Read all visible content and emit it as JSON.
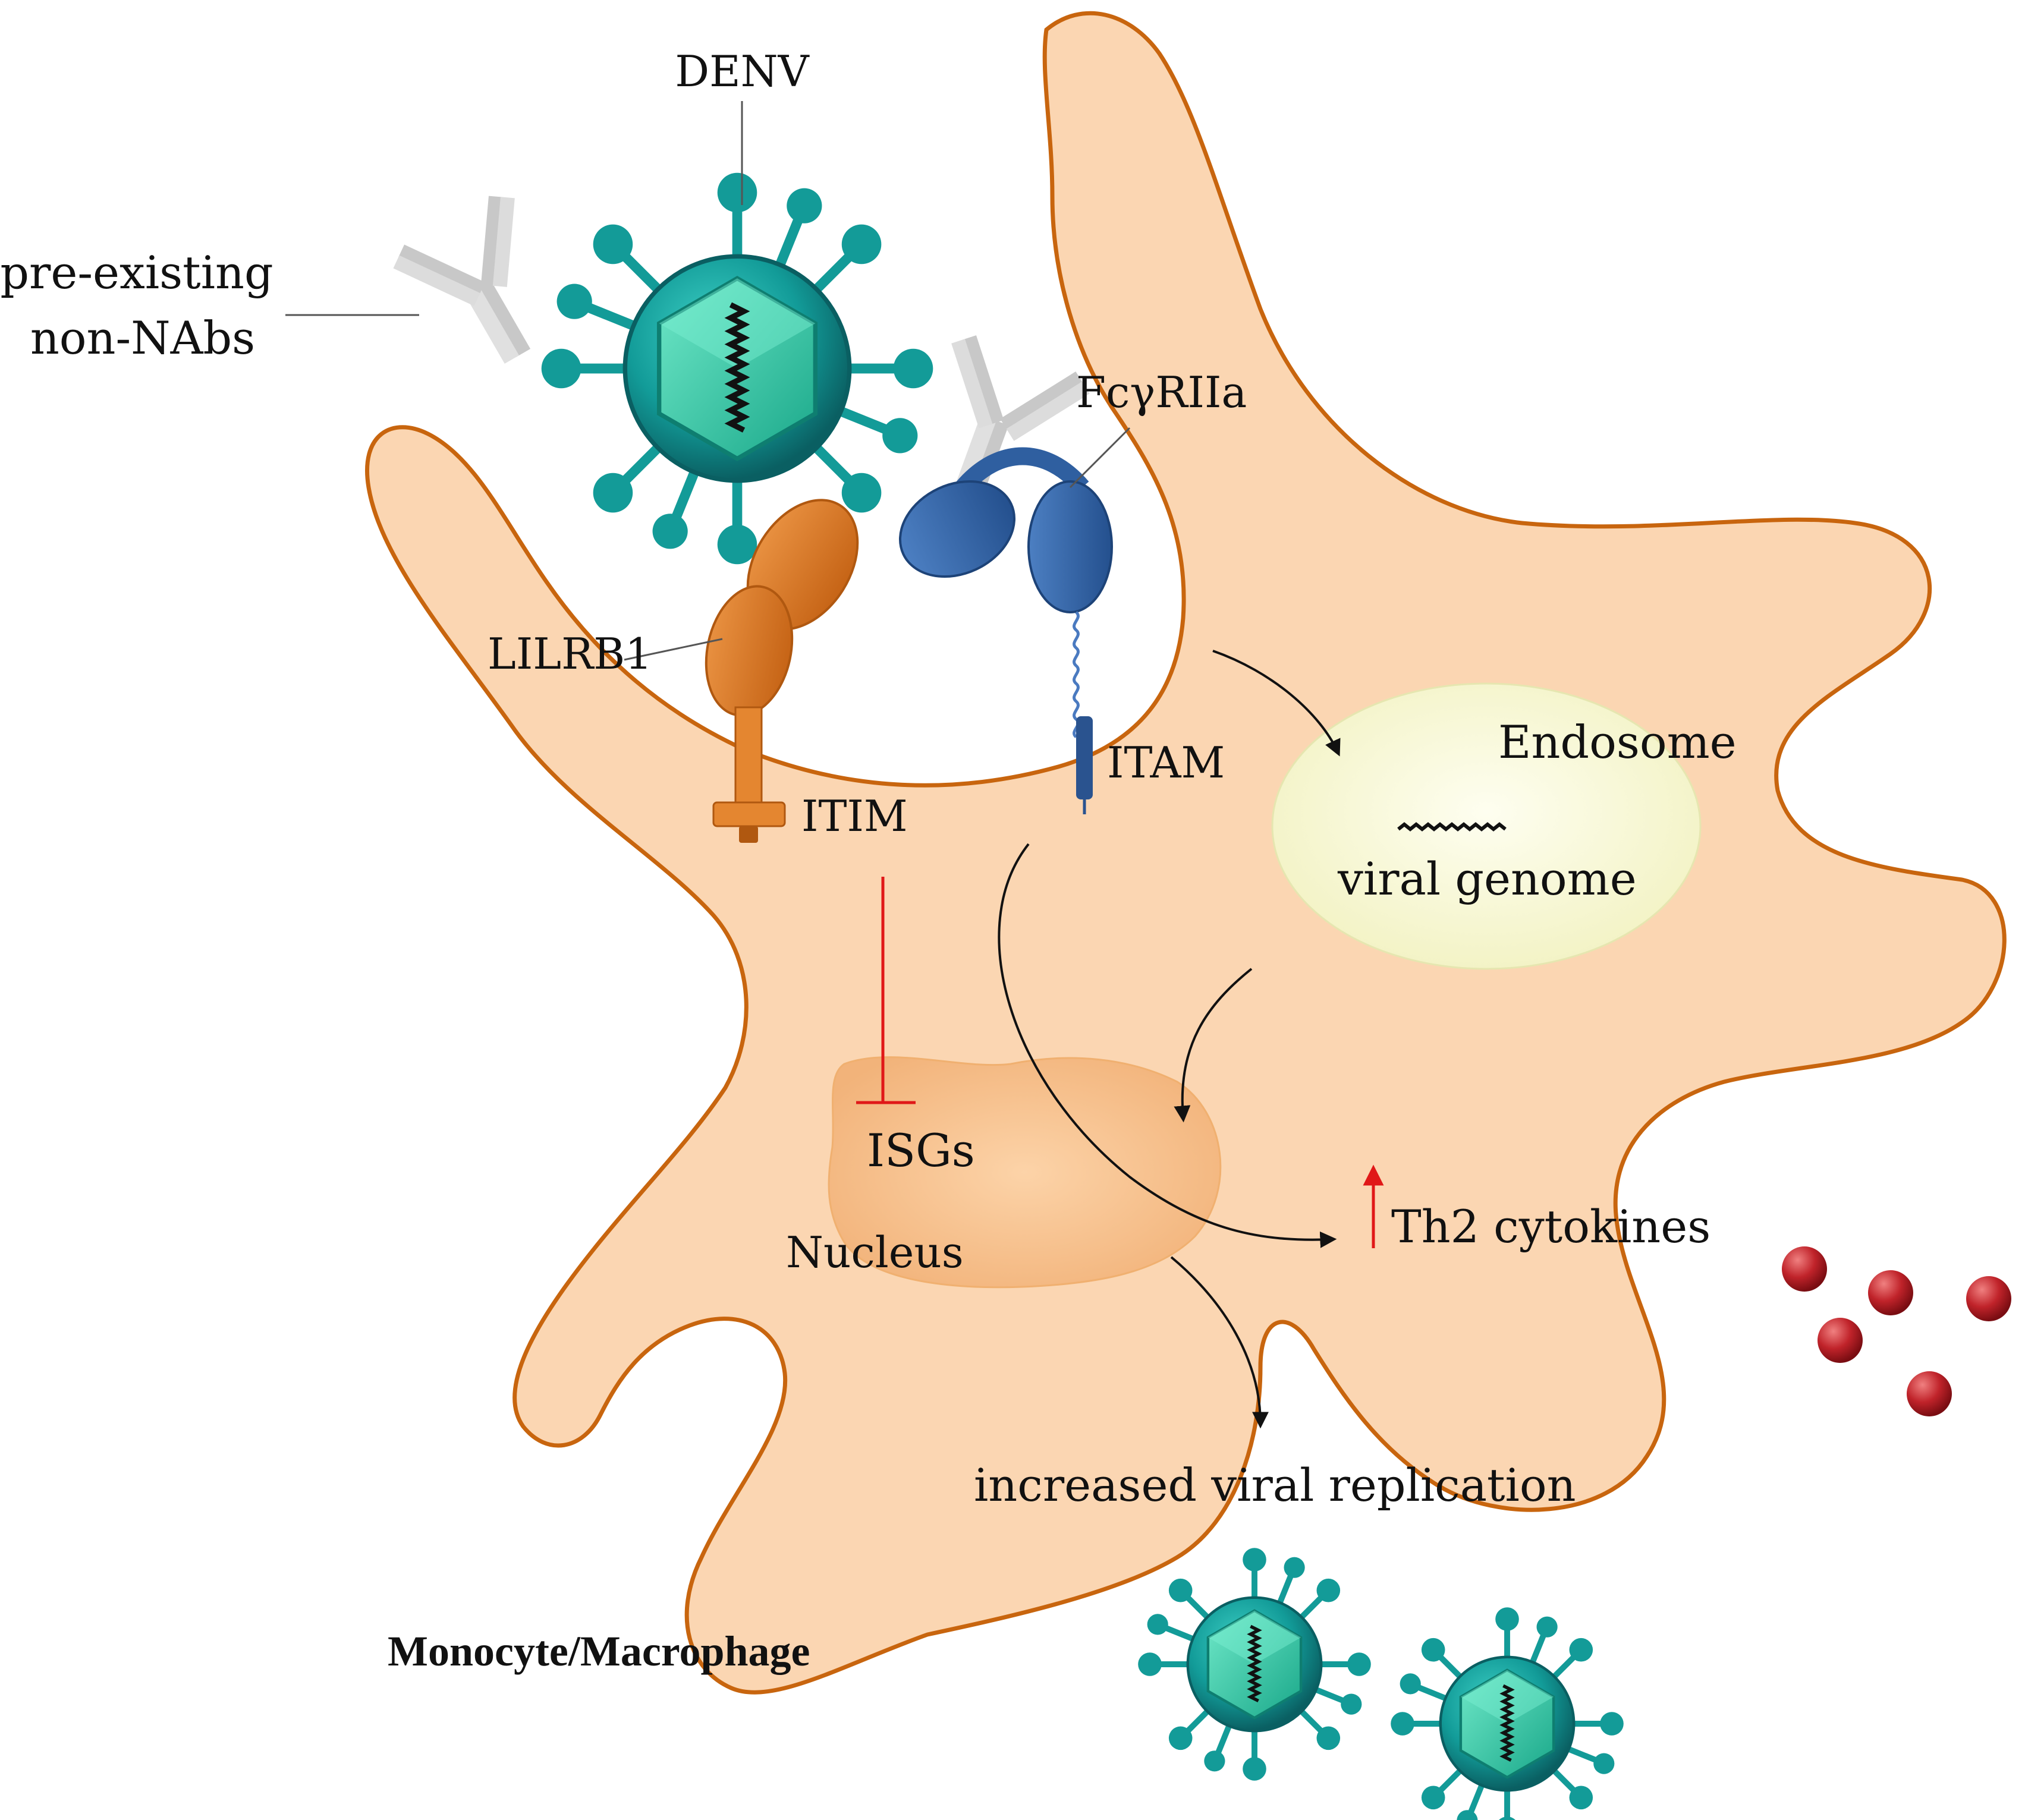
{
  "labels": {
    "denv": "DENV",
    "antibody_line1": "pre-existing",
    "antibody_line2": "non-NAbs",
    "fcgriia": "FcγRIIa",
    "lilrb1": "LILRB1",
    "itim": "ITIM",
    "itam": "ITAM",
    "endosome": "Endosome",
    "viral_genome": "viral genome",
    "isgs": "ISGs",
    "nucleus": "Nucleus",
    "th2": "Th2 cytokines",
    "replication": "increased viral replication",
    "cell": "Monocyte/Macrophage"
  },
  "colors": {
    "cell_fill": "#fbd6b2",
    "cell_stroke": "#c8650e",
    "nucleus_fill": "#f7c28f",
    "endosome_fill": "#fafad8",
    "virus_shell": "#139b98",
    "virus_core": "#2fc6a6",
    "lilrb1": "#d27420",
    "fcgr": "#2f5fa0",
    "antibody": "#c8c8c8",
    "inhibition": "#e01818",
    "cytokine": "#c0232a"
  }
}
